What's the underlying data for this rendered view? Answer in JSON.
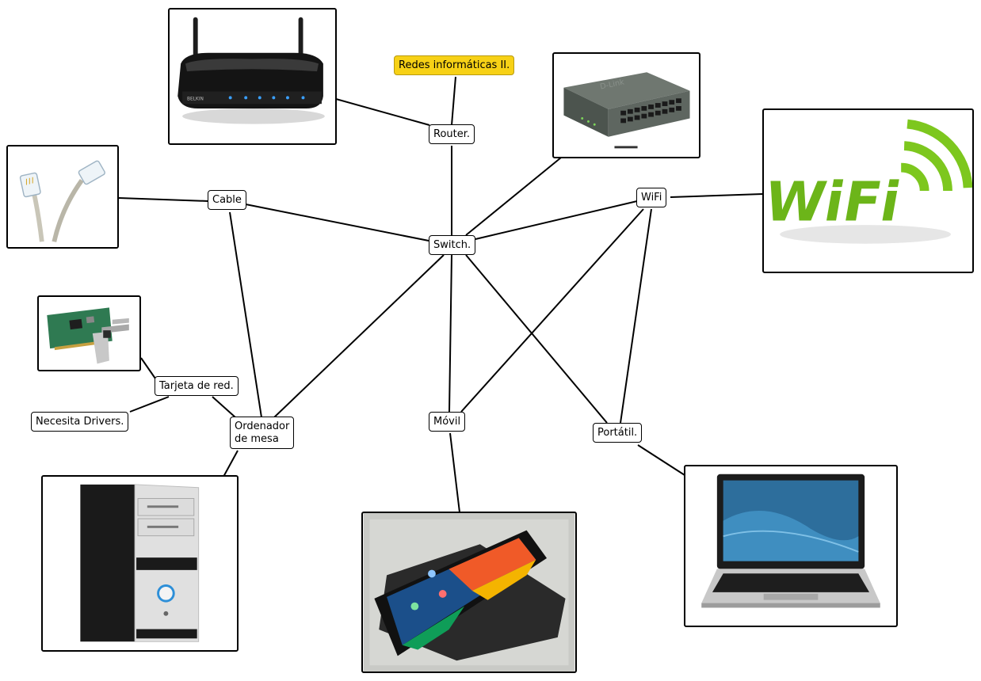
{
  "nodes": {
    "root": "Redes informáticas II.",
    "router": "Router.",
    "switch": "Switch.",
    "cable": "Cable",
    "wifi": "WiFi",
    "tarjeta": "Tarjeta de red.",
    "drivers": "Necesita Drivers.",
    "ordenador": "Ordenador\nde mesa",
    "movil": "Móvil",
    "portatil": "Portátil."
  },
  "images": {
    "router": "router-image",
    "switch": "network-switch-image",
    "cable": "ethernet-cable-image",
    "wifi": "wifi-logo-image",
    "tarjeta": "network-card-image",
    "ordenador": "desktop-tower-image",
    "movil": "smartphone-image",
    "portatil": "laptop-image"
  },
  "image_text": {
    "router_brand": "BELKIN",
    "switch_brand": "D-Link",
    "wifi_logo": "WiFi"
  },
  "colors": {
    "root_fill": "#f7d116",
    "line": "#000000",
    "wifi_green": "#7dc71e"
  }
}
